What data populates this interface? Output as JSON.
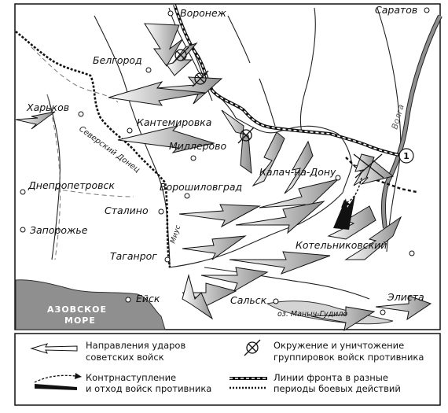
{
  "map": {
    "cities": {
      "voronezh": "Воронеж",
      "saratov": "Саратов",
      "belgorod": "Белгород",
      "kharkov": "Харьков",
      "kantemirovka": "Кантемировка",
      "millerovo": "Миллерово",
      "kalach": "Калач-на-Дону",
      "voroshilovgrad": "Ворошиловград",
      "dnepropetrovsk": "Днепропетровск",
      "stalino": "Сталино",
      "zaporozhye": "Запорожье",
      "kotelnikovsky": "Котельниковский",
      "taganrog": "Таганрог",
      "eysk": "Ейск",
      "salsk": "Сальск",
      "elista": "Элиста"
    },
    "rivers": {
      "volga": "Волга",
      "seversky_donets": "Северский Донец",
      "mius": "Миус",
      "manych": "оз. Маныч-Гудило"
    },
    "sea": {
      "line1": "АЗОВСКОЕ",
      "line2": "МОРЕ"
    },
    "marker": "1"
  },
  "legend": {
    "strikes": "Направления ударов советских войск",
    "strikes_l1": "Направления ударов",
    "strikes_l2": "советских войск",
    "encircle_l1": "Окружение и уничтожение",
    "encircle_l2": "группировок войск противника",
    "counter_l1": "Контрнаступление",
    "counter_l2": "и отход войск противника",
    "front_l1": "Линии фронта в разные",
    "front_l2": "периоды боевых действий"
  },
  "colors": {
    "arrow_light": "#ffffff",
    "arrow_dark": "#8c8c8c",
    "water": "#8f8f8f",
    "lake": "#d4d4d4",
    "ink": "#111111"
  }
}
